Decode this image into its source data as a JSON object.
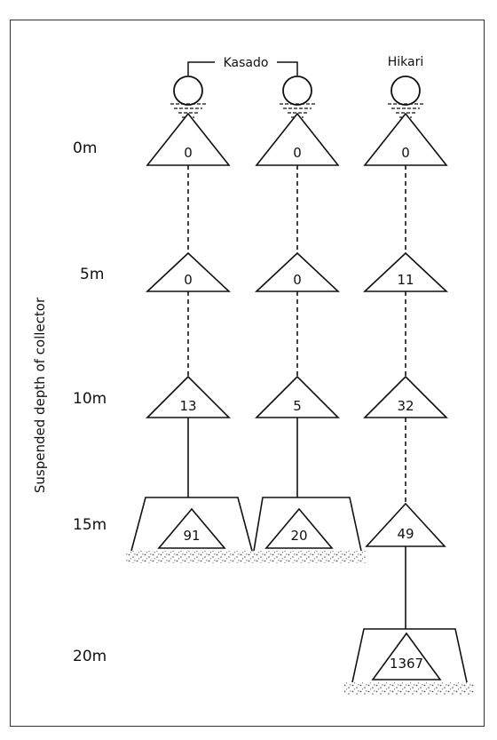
{
  "labels": {
    "group_kasado": "Kasado",
    "group_hikari": "Hikari",
    "y_axis": "Suspended depth of collector"
  },
  "depths": [
    "0m",
    "5m",
    "10m",
    "15m",
    "20m"
  ],
  "columns": [
    {
      "group": "Kasado",
      "counts": [
        "0",
        "0",
        "13",
        "91"
      ],
      "bottom_depth": "15m"
    },
    {
      "group": "Kasado",
      "counts": [
        "0",
        "0",
        "5",
        "20"
      ],
      "bottom_depth": "15m"
    },
    {
      "group": "Hikari",
      "counts": [
        "0",
        "11",
        "32",
        "49",
        "1367"
      ],
      "bottom_depth": "20m"
    }
  ],
  "colors": {
    "ink": "#111111",
    "frame": "#333333",
    "sediment": "#555555"
  }
}
